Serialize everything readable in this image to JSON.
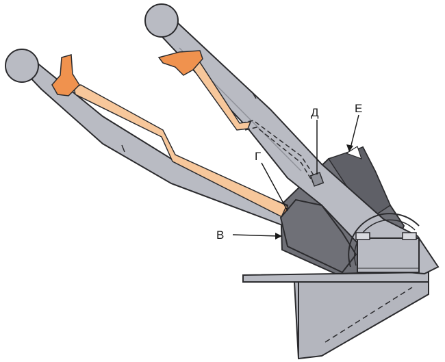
{
  "labels": {
    "v": "В",
    "g": "Г",
    "d": "Д",
    "e": "Е"
  },
  "colors": {
    "metal": "#b9bbc3",
    "metal_dark": "#8f9199",
    "jaw_dark": "#6f7077",
    "outline": "#2b2b2e",
    "pedal": "#f0924e",
    "rod_fill": "#f7c79b",
    "background": "#ffffff"
  }
}
